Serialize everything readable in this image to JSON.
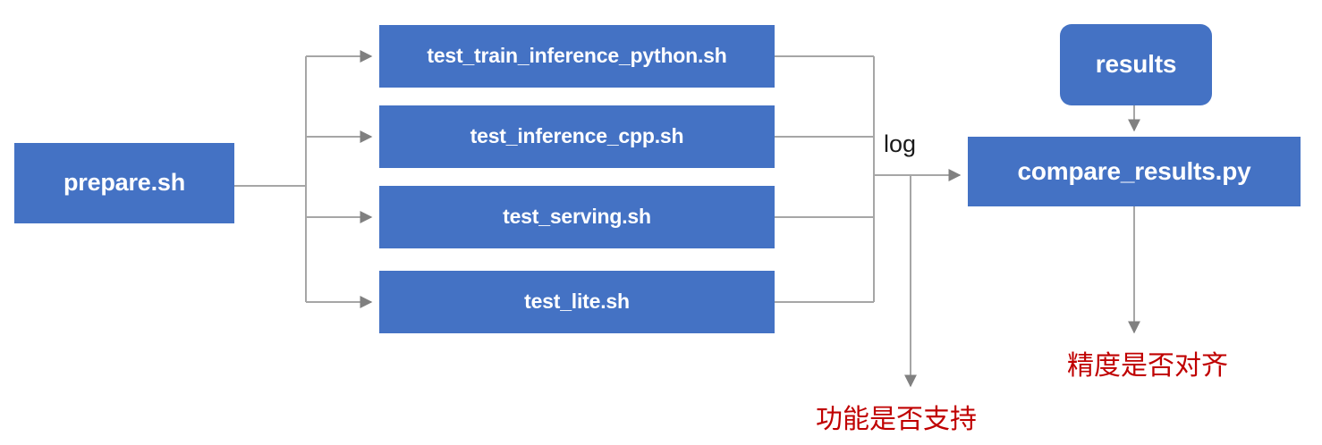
{
  "diagram": {
    "title": "PaddlePaddle TIPC test pipeline flowchart",
    "colors": {
      "node_fill": "#4472C4",
      "node_text": "#FFFFFF",
      "wire": "#A6A6A6",
      "note_text": "#C00000",
      "label_text": "#1A1A1A",
      "background": "#FFFFFF"
    },
    "entry": {
      "label": "prepare.sh"
    },
    "steps": [
      {
        "label": "test_train_inference_python.sh"
      },
      {
        "label": "test_inference_cpp.sh"
      },
      {
        "label": "test_serving.sh"
      },
      {
        "label": "test_lite.sh"
      }
    ],
    "edge_labels": {
      "log": "log"
    },
    "results": {
      "label": "results"
    },
    "compare": {
      "label": "compare_results.py"
    },
    "notes": {
      "precision": "精度是否对齐",
      "function": "功能是否支持"
    }
  }
}
